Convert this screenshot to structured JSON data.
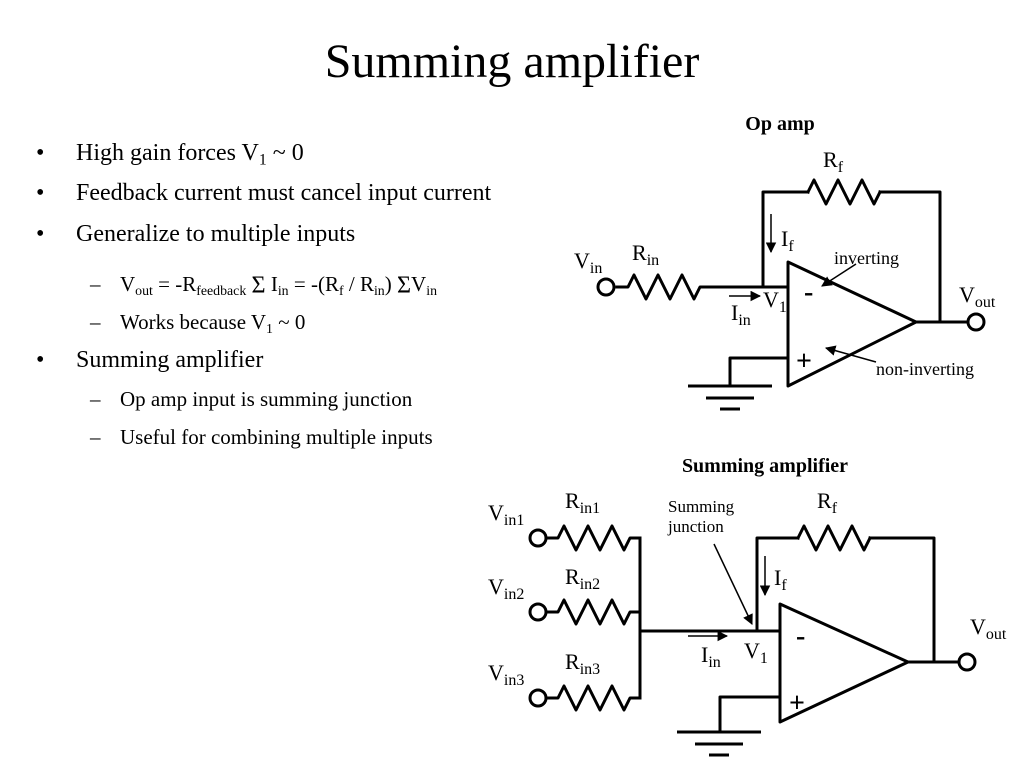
{
  "slide": {
    "title": "Summing amplifier"
  },
  "bullets": {
    "b1": {
      "marker": "•",
      "text": "High gain forces V",
      "sub": "1",
      "tail": " ~ 0"
    },
    "b2": {
      "marker": "•",
      "text": "Feedback current must cancel input current"
    },
    "b3": {
      "marker": "•",
      "text": "Generalize to multiple inputs"
    },
    "b3a": {
      "marker": "–"
    },
    "b3b": {
      "marker": "–",
      "text": "Works because V",
      "sub": "1",
      "tail": " ~ 0"
    },
    "b4": {
      "marker": "•",
      "text": "Summing amplifier"
    },
    "b4a": {
      "marker": "–",
      "text": "Op amp input is summing junction"
    },
    "b4b": {
      "marker": "–",
      "text": "Useful for combining multiple inputs"
    }
  },
  "opamp_diagram": {
    "title": "Op amp",
    "inverting_label": "inverting",
    "non_inverting_label": "non-inverting",
    "minus_sign": "-",
    "plus_sign": "+"
  },
  "summing_diagram": {
    "title": "Summing amplifier",
    "junction_line1": "Summing",
    "junction_line2": "junction",
    "minus_sign": "-",
    "plus_sign": "+"
  },
  "symbols": {
    "V": "V",
    "R": "R",
    "I": "I",
    "in": "in",
    "out": "out",
    "f": "f",
    "one": "1",
    "feedback": "feedback",
    "in1": "in1",
    "in2": "in2",
    "in3": "in3",
    "sigma": "Σ",
    "eq": " = ",
    "minus": "-",
    "lp": "(",
    "rp": ")",
    "slash": " / ",
    "sp": " "
  }
}
